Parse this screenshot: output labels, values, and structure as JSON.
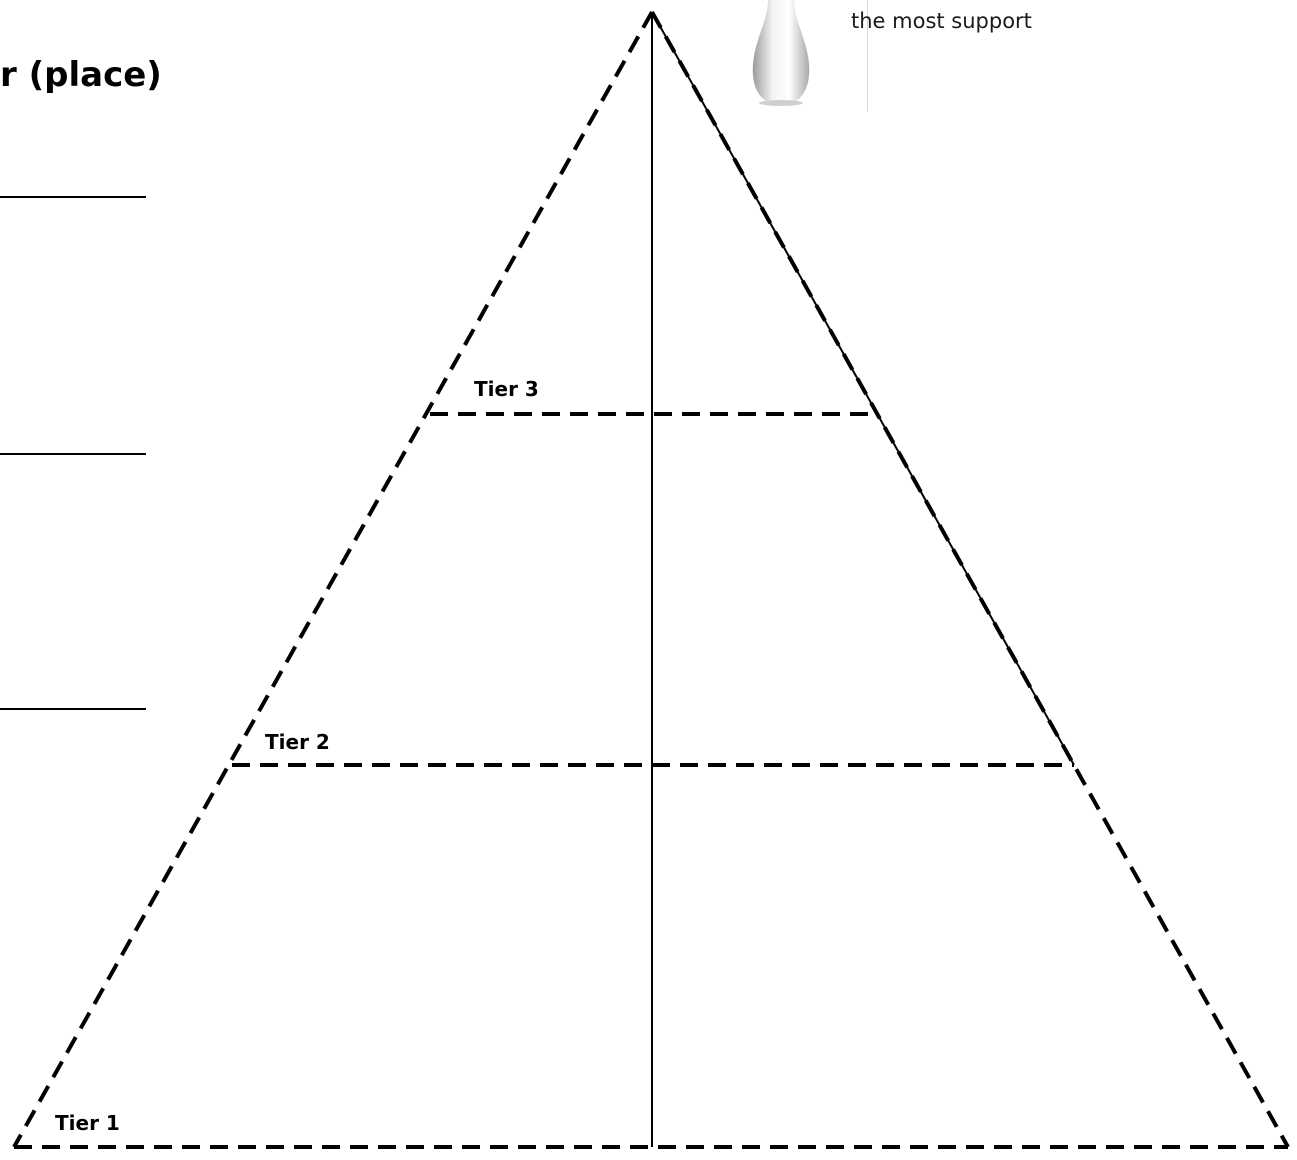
{
  "heading": "r (place)",
  "caption": "the most support",
  "tiers": [
    {
      "label": "Tier 3"
    },
    {
      "label": "Tier 2"
    },
    {
      "label": "Tier 1"
    }
  ],
  "colors": {
    "line": "#000000",
    "caption_text": "#1a1a1a",
    "vase_body": "#e6e6e6"
  }
}
